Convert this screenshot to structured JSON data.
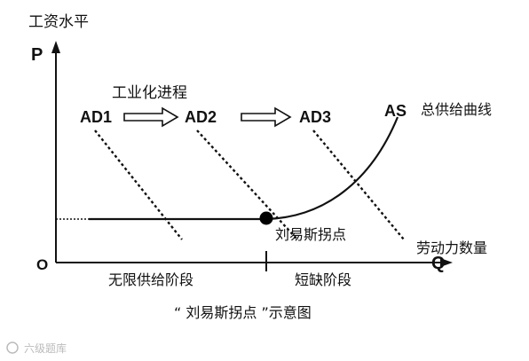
{
  "diagram": {
    "y_axis_title": "工资水平",
    "y_axis_symbol": "P",
    "origin_label": "O",
    "x_axis_symbol": "Q",
    "x_axis_title": "劳动力数量",
    "process_label": "工业化进程",
    "demand_curves": [
      "AD1",
      "AD2",
      "AD3"
    ],
    "supply_symbol": "AS",
    "supply_label": "总供给曲线",
    "turning_point_label": "刘易斯拐点",
    "stage_left_label": "无限供给阶段",
    "stage_right_label": "短缺阶段",
    "caption": "“ 刘易斯拐点 ”示意图",
    "watermark": "六级题库"
  },
  "colors": {
    "line": "#111111",
    "point": "#000000",
    "watermark": "#bbbbbb"
  }
}
